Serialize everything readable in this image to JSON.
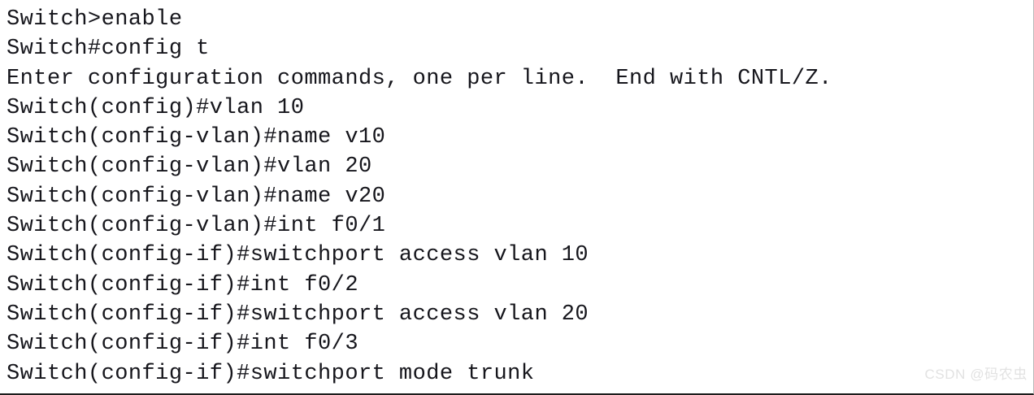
{
  "terminal": {
    "device_name": "Switch",
    "lines": [
      "Switch>enable",
      "Switch#config t",
      "Enter configuration commands, one per line.  End with CNTL/Z.",
      "Switch(config)#vlan 10",
      "Switch(config-vlan)#name v10",
      "Switch(config-vlan)#vlan 20",
      "Switch(config-vlan)#name v20",
      "Switch(config-vlan)#int f0/1",
      "Switch(config-if)#switchport access vlan 10",
      "Switch(config-if)#int f0/2",
      "Switch(config-if)#switchport access vlan 20",
      "Switch(config-if)#int f0/3",
      "Switch(config-if)#switchport mode trunk"
    ]
  },
  "watermark": {
    "text": "CSDN @码农虫",
    "color": "#e2e2e2"
  },
  "colors": {
    "background": "#ffffff",
    "text": "#16161c",
    "border": "#1c1c1c"
  }
}
